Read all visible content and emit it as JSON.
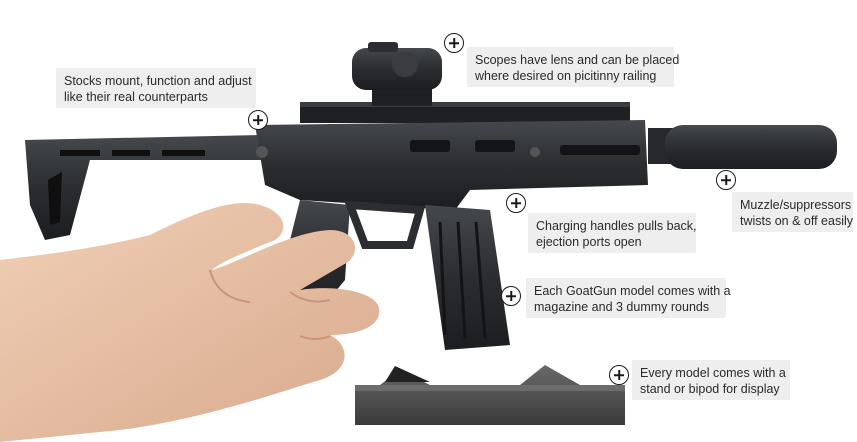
{
  "callouts": {
    "stock": {
      "line1": "Stocks mount, function and adjust",
      "line2": "like their real counterparts"
    },
    "scope": {
      "line1": "Scopes have lens and can be placed",
      "line2": "where desired on picitinny railing"
    },
    "muzzle": {
      "line1": "Muzzle/suppressors",
      "line2": "twists on & off easily"
    },
    "charging": {
      "line1": "Charging handles pulls back,",
      "line2": "ejection ports open"
    },
    "magazine": {
      "line1": "Each GoatGun model comes with a",
      "line2": "magazine and 3 dummy rounds"
    },
    "stand": {
      "line1": "Every model comes with a",
      "line2": "stand or bipod for display"
    }
  },
  "icons": {
    "hotspot": "plus-circle-icon",
    "scope_image": "red-dot-scope",
    "rifle_image": "miniature-rifle",
    "hand_image": "hand",
    "stand_image": "display-stand"
  },
  "colors": {
    "background": "#ffffff",
    "callout_bg": "#eeeeee",
    "callout_text": "#2a2a2a",
    "gun_metal": "#2b2d30",
    "skin": "#e6bfa4",
    "stand": "#4a4a4a"
  }
}
